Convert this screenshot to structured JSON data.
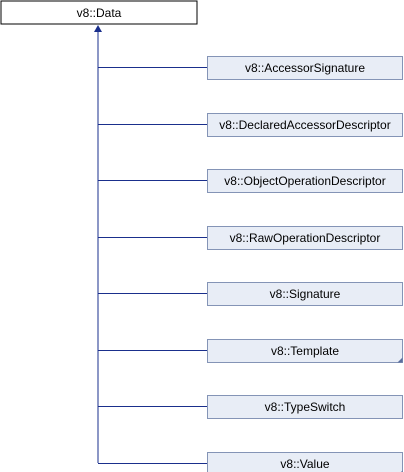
{
  "diagram": {
    "base_class": "v8::Data",
    "derived_classes": [
      {
        "label": "v8::AccessorSignature",
        "has_more": false
      },
      {
        "label": "v8::DeclaredAccessorDescriptor",
        "has_more": false
      },
      {
        "label": "v8::ObjectOperationDescriptor",
        "has_more": false
      },
      {
        "label": "v8::RawOperationDescriptor",
        "has_more": false
      },
      {
        "label": "v8::Signature",
        "has_more": false
      },
      {
        "label": "v8::Template",
        "has_more": true
      },
      {
        "label": "v8::TypeSwitch",
        "has_more": false
      },
      {
        "label": "v8::Value",
        "has_more": true
      }
    ],
    "colors": {
      "base_fill": "#ffffff",
      "base_stroke": "#000000",
      "node_fill": "#e8edf6",
      "node_stroke": "#8494b6",
      "edge": "#1a2f8c",
      "corner_mark": "#5a6e9e"
    }
  }
}
